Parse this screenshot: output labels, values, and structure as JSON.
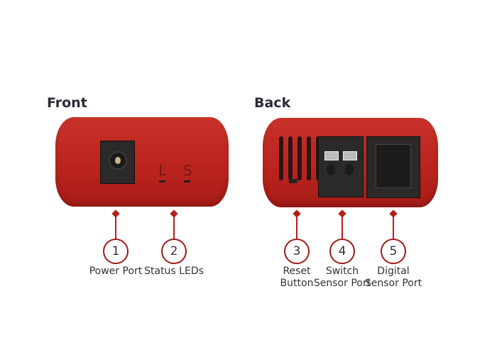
{
  "front": {
    "title": "Front",
    "led_letters": [
      "L",
      "S"
    ]
  },
  "back": {
    "title": "Back"
  },
  "callouts": [
    {
      "n": "1",
      "label": "Power Port"
    },
    {
      "n": "2",
      "label": "Status LEDs"
    },
    {
      "n": "3",
      "label": "Reset Button"
    },
    {
      "n": "4",
      "label": "Switch Sensor Port"
    },
    {
      "n": "5",
      "label": "Digital Sensor Port"
    }
  ],
  "colors": {
    "device": "#c0281f",
    "callout": "#b51f1a"
  }
}
